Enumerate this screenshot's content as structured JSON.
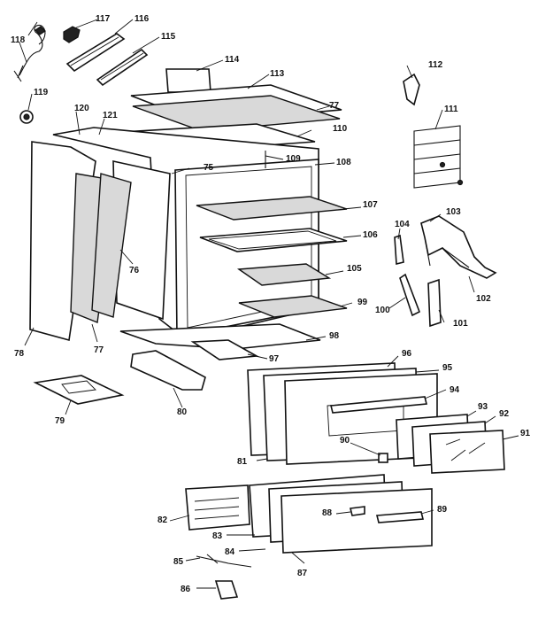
{
  "callouts": [
    {
      "id": "c118",
      "text": "118"
    },
    {
      "id": "c117",
      "text": "117"
    },
    {
      "id": "c116",
      "text": "116"
    },
    {
      "id": "c115",
      "text": "115"
    },
    {
      "id": "c114",
      "text": "114"
    },
    {
      "id": "c113",
      "text": "113"
    },
    {
      "id": "c112",
      "text": "112"
    },
    {
      "id": "c119",
      "text": "119"
    },
    {
      "id": "c120",
      "text": "120"
    },
    {
      "id": "c121",
      "text": "121"
    },
    {
      "id": "c77a",
      "text": "77"
    },
    {
      "id": "c110",
      "text": "110"
    },
    {
      "id": "c111",
      "text": "111"
    },
    {
      "id": "c109",
      "text": "109"
    },
    {
      "id": "c108",
      "text": "108"
    },
    {
      "id": "c75",
      "text": "75"
    },
    {
      "id": "c107",
      "text": "107"
    },
    {
      "id": "c104",
      "text": "104"
    },
    {
      "id": "c103",
      "text": "103"
    },
    {
      "id": "c106",
      "text": "106"
    },
    {
      "id": "c76",
      "text": "76"
    },
    {
      "id": "c105",
      "text": "105"
    },
    {
      "id": "c102",
      "text": "102"
    },
    {
      "id": "c99",
      "text": "99"
    },
    {
      "id": "c100",
      "text": "100"
    },
    {
      "id": "c101",
      "text": "101"
    },
    {
      "id": "c78",
      "text": "78"
    },
    {
      "id": "c77b",
      "text": "77"
    },
    {
      "id": "c98",
      "text": "98"
    },
    {
      "id": "c97",
      "text": "97"
    },
    {
      "id": "c96",
      "text": "96"
    },
    {
      "id": "c95",
      "text": "95"
    },
    {
      "id": "c94",
      "text": "94"
    },
    {
      "id": "c79",
      "text": "79"
    },
    {
      "id": "c80",
      "text": "80"
    },
    {
      "id": "c93",
      "text": "93"
    },
    {
      "id": "c92",
      "text": "92"
    },
    {
      "id": "c91",
      "text": "91"
    },
    {
      "id": "c90",
      "text": "90"
    },
    {
      "id": "c81",
      "text": "81"
    },
    {
      "id": "c82",
      "text": "82"
    },
    {
      "id": "c88",
      "text": "88"
    },
    {
      "id": "c89",
      "text": "89"
    },
    {
      "id": "c83",
      "text": "83"
    },
    {
      "id": "c84",
      "text": "84"
    },
    {
      "id": "c85",
      "text": "85"
    },
    {
      "id": "c87",
      "text": "87"
    },
    {
      "id": "c86",
      "text": "86"
    }
  ]
}
